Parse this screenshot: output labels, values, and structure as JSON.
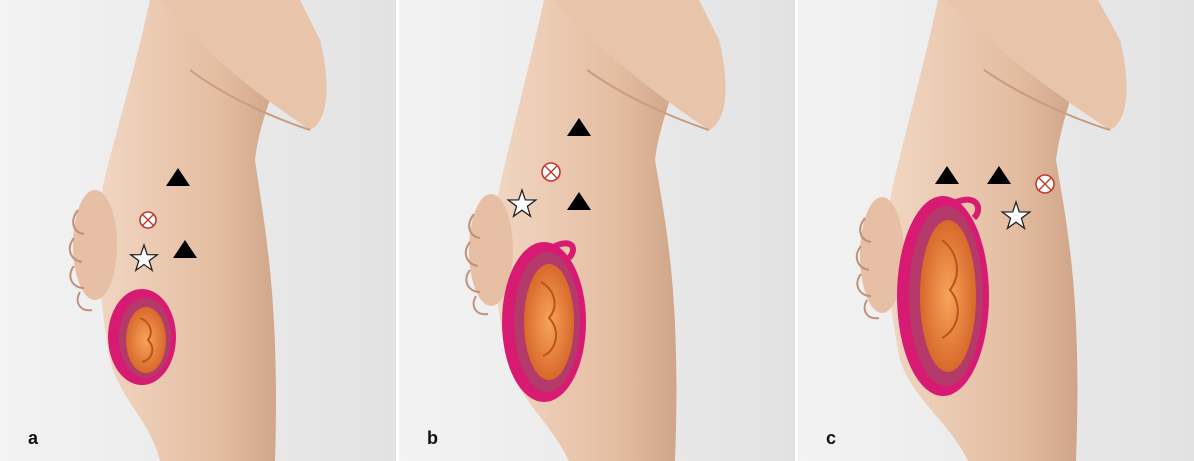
{
  "panels": [
    {
      "label": "a"
    },
    {
      "label": "b"
    },
    {
      "label": "c"
    }
  ],
  "colors": {
    "background": "#ececec",
    "skin": "#e9c7ad",
    "skin_shadow": "#c99c80",
    "uterus": "#d81b72",
    "amniotic": "#b43a6a",
    "fetus": "#e9863a",
    "marker_triangle": "#000000",
    "marker_circle": "#c0392b",
    "marker_star_fill": "#ffffff"
  },
  "markers": {
    "triangle": "black-triangle-icon",
    "circle_cross": "crossed-circle-icon",
    "star": "white-star-icon"
  }
}
